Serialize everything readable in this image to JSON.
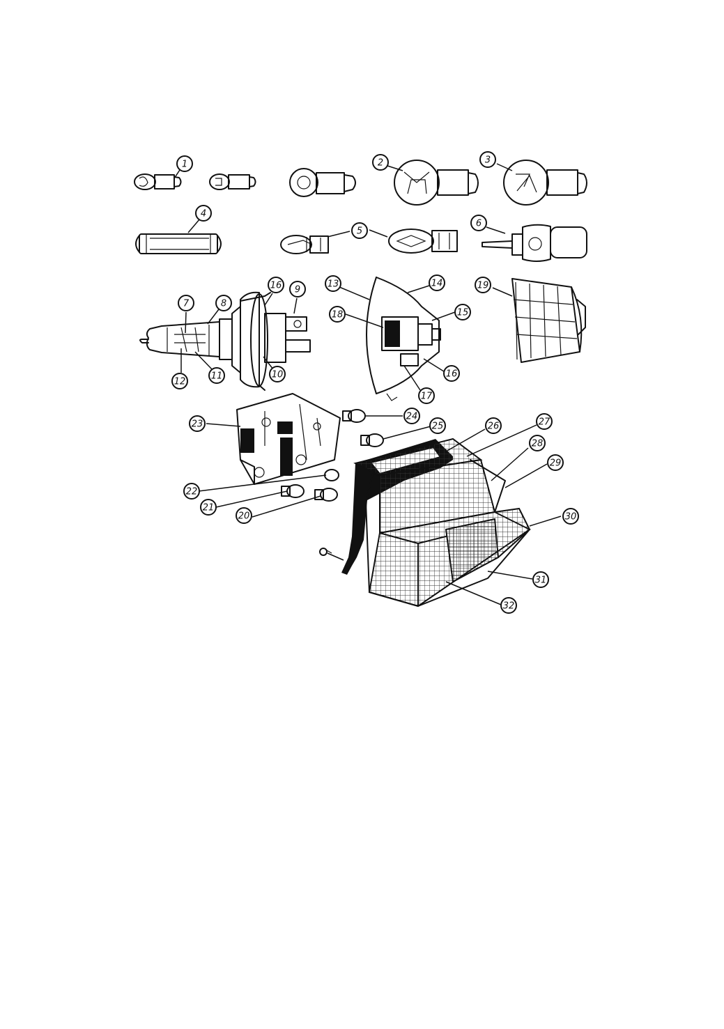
{
  "diagram": {
    "callouts": [
      {
        "id": "c1",
        "label": "1"
      },
      {
        "id": "c2",
        "label": "2"
      },
      {
        "id": "c3",
        "label": "3"
      },
      {
        "id": "c4",
        "label": "4"
      },
      {
        "id": "c5",
        "label": "5"
      },
      {
        "id": "c6",
        "label": "6"
      },
      {
        "id": "c7",
        "label": "7"
      },
      {
        "id": "c8",
        "label": "8"
      },
      {
        "id": "c9",
        "label": "9"
      },
      {
        "id": "c10",
        "label": "10"
      },
      {
        "id": "c11",
        "label": "11"
      },
      {
        "id": "c12",
        "label": "12"
      },
      {
        "id": "c13",
        "label": "13"
      },
      {
        "id": "c14",
        "label": "14"
      },
      {
        "id": "c15",
        "label": "15"
      },
      {
        "id": "c16a",
        "label": "16"
      },
      {
        "id": "c16b",
        "label": "16"
      },
      {
        "id": "c17",
        "label": "17"
      },
      {
        "id": "c18",
        "label": "18"
      },
      {
        "id": "c19",
        "label": "19"
      },
      {
        "id": "c20",
        "label": "20"
      },
      {
        "id": "c21",
        "label": "21"
      },
      {
        "id": "c22",
        "label": "22"
      },
      {
        "id": "c23",
        "label": "23"
      },
      {
        "id": "c24",
        "label": "24"
      },
      {
        "id": "c25",
        "label": "25"
      },
      {
        "id": "c26",
        "label": "26"
      },
      {
        "id": "c27",
        "label": "27"
      },
      {
        "id": "c28",
        "label": "28"
      },
      {
        "id": "c29",
        "label": "29"
      },
      {
        "id": "c30",
        "label": "30"
      },
      {
        "id": "c31",
        "label": "31"
      },
      {
        "id": "c32",
        "label": "32"
      }
    ]
  }
}
